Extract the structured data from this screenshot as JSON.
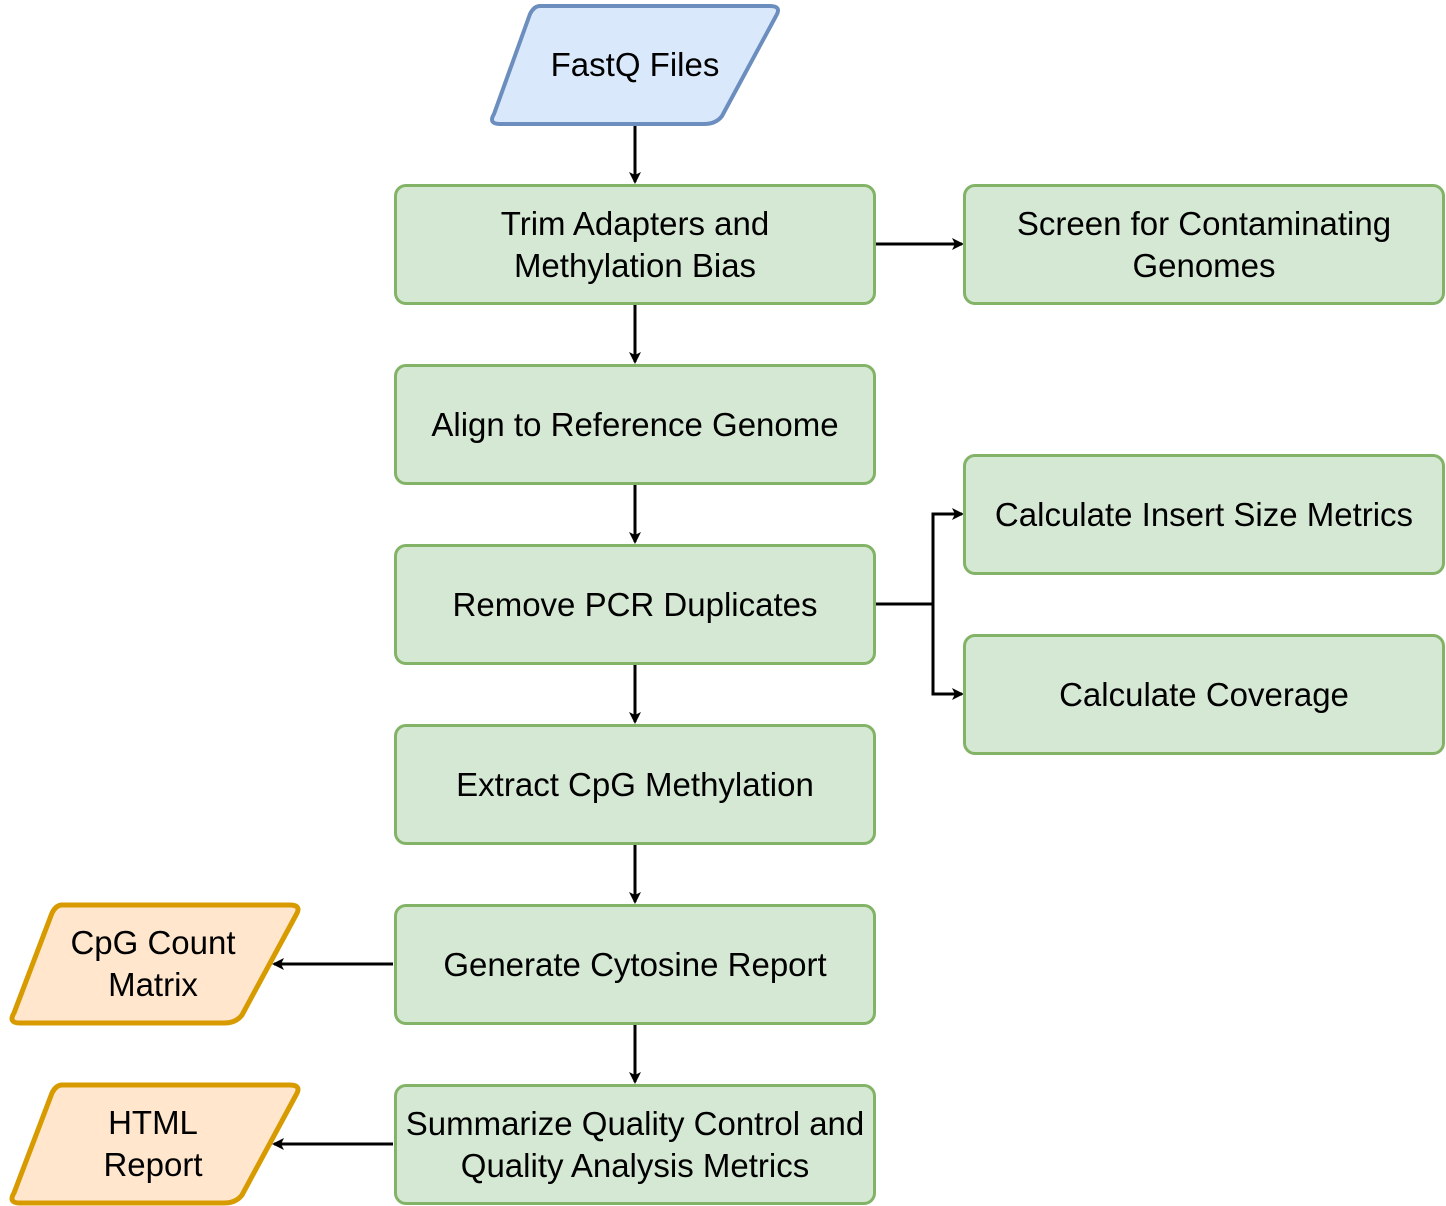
{
  "diagram": {
    "nodes": {
      "fastq": {
        "label": "FastQ Files",
        "shape": "parallelogram",
        "fill": "#dae8fc",
        "stroke": "#6c8ebf"
      },
      "trim": {
        "label": "Trim Adapters and Methylation Bias",
        "shape": "rounded-rect"
      },
      "screen": {
        "label": "Screen for Contaminating Genomes",
        "shape": "rounded-rect"
      },
      "align": {
        "label": "Align to Reference Genome",
        "shape": "rounded-rect"
      },
      "dedup": {
        "label": "Remove PCR Duplicates",
        "shape": "rounded-rect"
      },
      "insert": {
        "label": "Calculate Insert Size Metrics",
        "shape": "rounded-rect"
      },
      "coverage": {
        "label": "Calculate Coverage",
        "shape": "rounded-rect"
      },
      "extract": {
        "label": "Extract CpG Methylation",
        "shape": "rounded-rect"
      },
      "cytosine": {
        "label": "Generate Cytosine Report",
        "shape": "rounded-rect"
      },
      "summary": {
        "label": "Summarize Quality Control and Quality Analysis Metrics",
        "shape": "rounded-rect"
      },
      "matrix": {
        "label": "CpG Count Matrix",
        "shape": "parallelogram",
        "fill": "#ffe6cc",
        "stroke": "#d79b00"
      },
      "html": {
        "label": "HTML Report",
        "shape": "parallelogram",
        "fill": "#ffe6cc",
        "stroke": "#d79b00"
      }
    },
    "edges": [
      {
        "from": "fastq",
        "to": "trim"
      },
      {
        "from": "trim",
        "to": "screen"
      },
      {
        "from": "trim",
        "to": "align"
      },
      {
        "from": "align",
        "to": "dedup"
      },
      {
        "from": "dedup",
        "to": "insert"
      },
      {
        "from": "dedup",
        "to": "coverage"
      },
      {
        "from": "dedup",
        "to": "extract"
      },
      {
        "from": "extract",
        "to": "cytosine"
      },
      {
        "from": "cytosine",
        "to": "matrix"
      },
      {
        "from": "cytosine",
        "to": "summary"
      },
      {
        "from": "summary",
        "to": "html"
      }
    ],
    "colors": {
      "process_fill": "#d5e8d4",
      "process_stroke": "#82b366",
      "edge": "#000000"
    }
  }
}
